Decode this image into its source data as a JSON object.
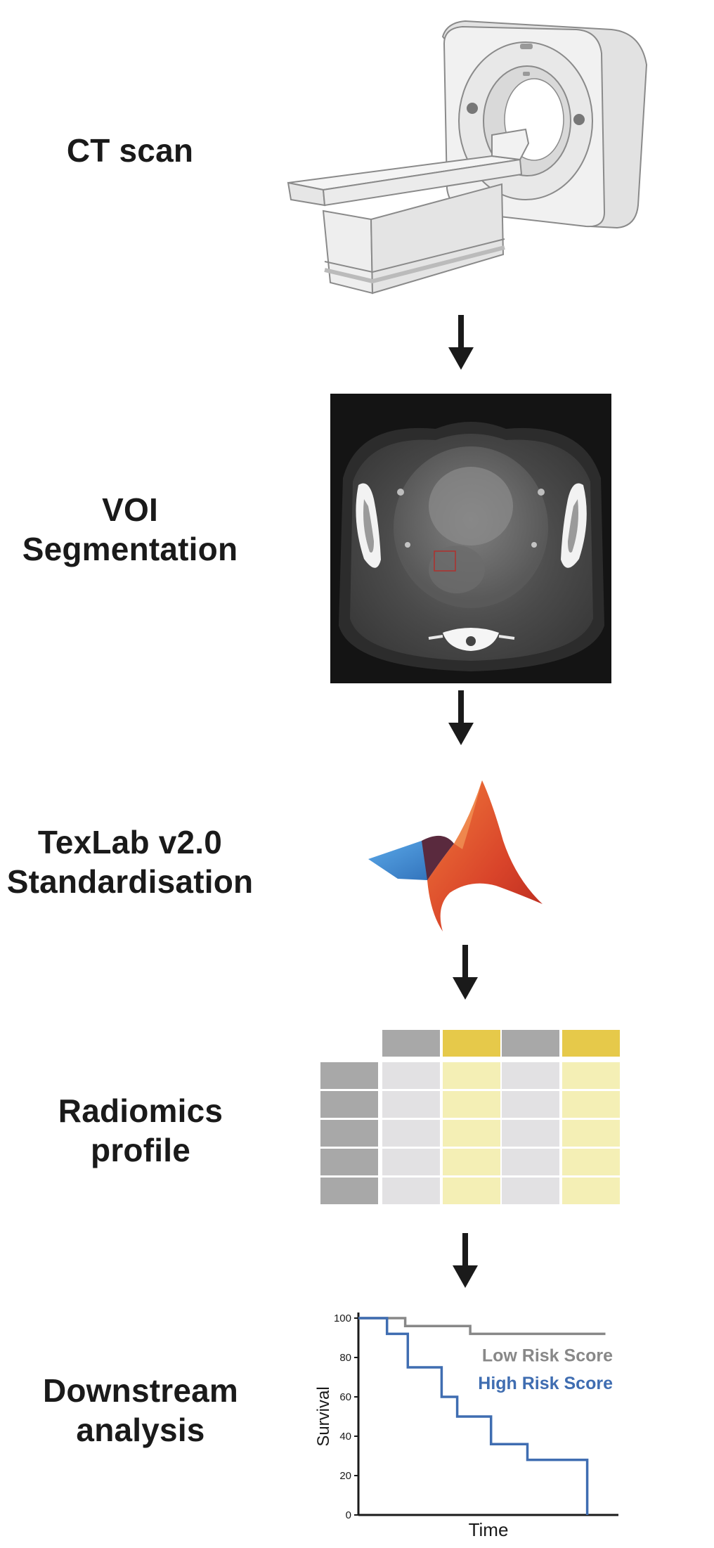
{
  "steps": [
    {
      "lines": [
        "CT scan"
      ]
    },
    {
      "lines": [
        "VOI",
        "Segmentation"
      ]
    },
    {
      "lines": [
        "TexLab v2.0",
        "Standardisation"
      ]
    },
    {
      "lines": [
        "Radiomics",
        "profile"
      ]
    },
    {
      "lines": [
        "Downstream",
        "analysis"
      ]
    }
  ],
  "radiomics_table": {
    "header_colors": [
      "#a8a8a8",
      "#e6c94a",
      "#a8a8a8",
      "#e6c94a"
    ],
    "body_colors": [
      "#e2e1e3",
      "#f4efb5",
      "#e2e1e3",
      "#f4efb5"
    ],
    "row_header_color": "#a8a8a8",
    "rows": 5
  },
  "chart_data": {
    "type": "line",
    "xlabel": "Time",
    "ylabel": "Survival",
    "ylim": [
      0,
      100
    ],
    "yticks": [
      "0",
      "20",
      "40",
      "60",
      "80",
      "100"
    ],
    "legend_placement": "right, inside plot",
    "series": [
      {
        "name": "Low Risk Score",
        "color": "#888888",
        "step": true,
        "x": [
          0,
          0.18,
          0.18,
          0.43,
          0.43,
          0.95
        ],
        "values": [
          100,
          100,
          96,
          96,
          92,
          92
        ]
      },
      {
        "name": "High Risk Score",
        "color": "#3f6db1",
        "step": true,
        "x": [
          0,
          0.11,
          0.11,
          0.19,
          0.19,
          0.32,
          0.32,
          0.38,
          0.38,
          0.51,
          0.51,
          0.65,
          0.65,
          0.88,
          0.88
        ],
        "values": [
          100,
          100,
          92,
          92,
          75,
          75,
          60,
          60,
          50,
          50,
          36,
          36,
          28,
          28,
          0
        ]
      }
    ]
  }
}
